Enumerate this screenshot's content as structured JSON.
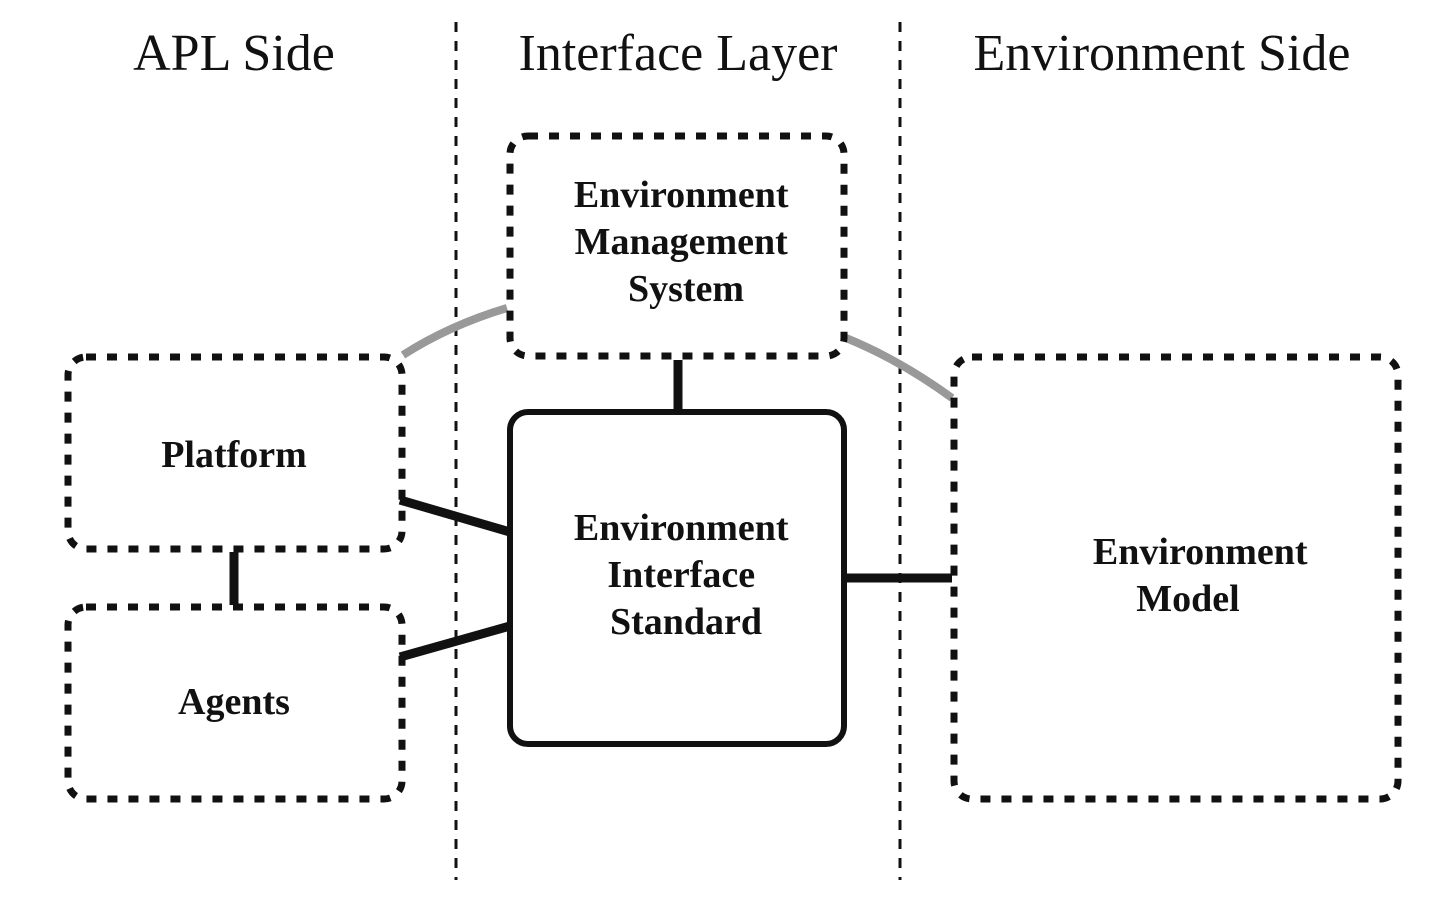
{
  "columns": {
    "apl_side": "APL Side",
    "interface_layer": "Interface Layer",
    "environment_side": "Environment Side"
  },
  "boxes": {
    "environment_management_system": {
      "lines": [
        "Environment",
        "Management",
        "System"
      ]
    },
    "platform": {
      "lines": [
        "Platform"
      ]
    },
    "agents": {
      "lines": [
        "Agents"
      ]
    },
    "environment_interface_standard": {
      "lines": [
        "Environment",
        "Interface",
        "Standard"
      ]
    },
    "environment_model": {
      "lines": [
        "Environment",
        "Model"
      ]
    }
  },
  "colors": {
    "ink": "#111111",
    "soft_link": "#999999",
    "background": "#ffffff"
  }
}
